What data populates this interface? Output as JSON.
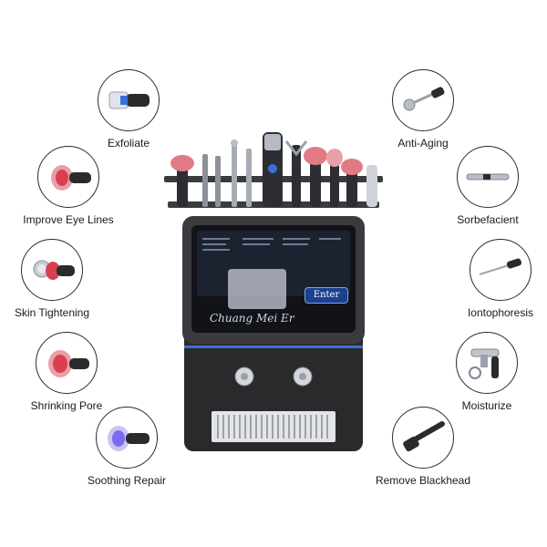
{
  "functions": {
    "left": [
      {
        "label": "Exfoliate",
        "icon": "blue-light-probe-icon"
      },
      {
        "label": "Improve Eye Lines",
        "icon": "red-light-probe-icon"
      },
      {
        "label": "Skin Tightening",
        "icon": "roller-probe-icon"
      },
      {
        "label": "Shrinking Pore",
        "icon": "cold-hammer-probe-icon"
      },
      {
        "label": "Soothing Repair",
        "icon": "purple-light-probe-icon"
      }
    ],
    "right": [
      {
        "label": "Anti-Aging",
        "icon": "ball-probe-icon"
      },
      {
        "label": "Sorbefacient",
        "icon": "pen-probe-icon"
      },
      {
        "label": "Iontophoresis",
        "icon": "needle-probe-icon"
      },
      {
        "label": "Moisturize",
        "icon": "spray-gun-icon"
      },
      {
        "label": "Remove Blackhead",
        "icon": "suction-probe-icon"
      }
    ]
  },
  "machine": {
    "brand": "Chuang Mei Er",
    "enter_label": "Enter",
    "colors": {
      "body": "#2a2a2c",
      "screen": "#111318",
      "accent": "#3b6fd8",
      "rose": "#e27a86"
    }
  }
}
